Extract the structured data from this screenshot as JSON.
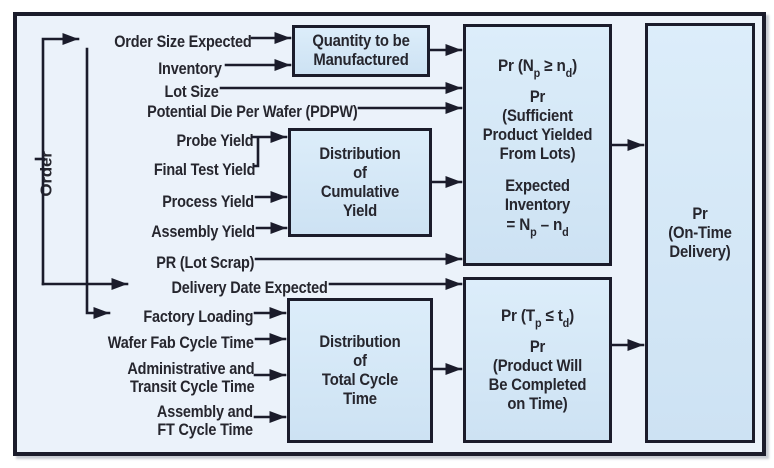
{
  "colors": {
    "border": "#1b1c2b",
    "text": "#26262e",
    "panel_bg": "#ebf2fa",
    "box_top": "#dcedfa",
    "box_bottom": "#cde2f3",
    "page_bg": "#ffffff"
  },
  "order_label": "Order",
  "labels": [
    {
      "text": "Order Size Expected"
    },
    {
      "text": "Inventory"
    },
    {
      "text": "Lot Size"
    },
    {
      "text": "Potential Die Per Wafer (PDPW)"
    },
    {
      "text": "Probe Yield"
    },
    {
      "text": "Final Test Yield"
    },
    {
      "text": "Process Yield"
    },
    {
      "text": "Assembly Yield"
    },
    {
      "text": "PR (Lot Scrap)"
    },
    {
      "text": "Delivery Date Expected"
    },
    {
      "text": "Factory Loading"
    },
    {
      "text": "Wafer Fab Cycle Time"
    },
    {
      "text": "Administrative and\nTransit Cycle Time"
    },
    {
      "text": "Assembly and\nFT Cycle Time"
    }
  ],
  "boxes": {
    "quantity": "Quantity to be\nManufactured",
    "cumulative_yield": "Distribution\nof\nCumulative\nYield",
    "total_cycle": "Distribution\nof\nTotal Cycle\nTime",
    "yield_prob": {
      "f1": {
        "a": "Pr (N",
        "s1": "p",
        "b": " ≥ n",
        "s2": "d",
        "c": ")"
      },
      "p2": "Pr\n(Sufficient\nProduct Yielded\nFrom Lots)",
      "p3": "Expected\nInventory",
      "f2": {
        "a": "= N",
        "s1": "p",
        "b": " – n",
        "s2": "d",
        "c": ""
      }
    },
    "time_prob": {
      "f1": {
        "a": "Pr (T",
        "s1": "p",
        "b": " ≤ t",
        "s2": "d",
        "c": ")"
      },
      "p2": "Pr\n(Product Will\nBe Completed\non Time)"
    },
    "ontime": "Pr\n(On-Time\nDelivery)"
  }
}
